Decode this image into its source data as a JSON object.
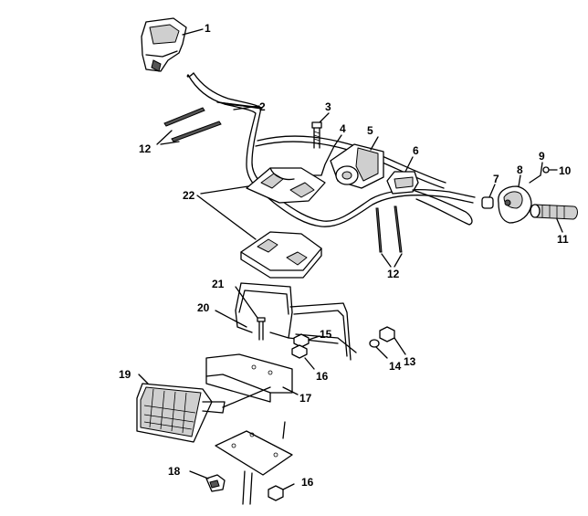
{
  "diagram": {
    "callouts": [
      {
        "id": "c1",
        "text": "1"
      },
      {
        "id": "c2",
        "text": "2"
      },
      {
        "id": "c3",
        "text": "3"
      },
      {
        "id": "c4",
        "text": "4"
      },
      {
        "id": "c5",
        "text": "5"
      },
      {
        "id": "c6",
        "text": "6"
      },
      {
        "id": "c7",
        "text": "7"
      },
      {
        "id": "c8",
        "text": "8"
      },
      {
        "id": "c9",
        "text": "9"
      },
      {
        "id": "c10",
        "text": "10"
      },
      {
        "id": "c11",
        "text": "11"
      },
      {
        "id": "c12a",
        "text": "12"
      },
      {
        "id": "c12b",
        "text": "12"
      },
      {
        "id": "c13",
        "text": "13"
      },
      {
        "id": "c14",
        "text": "14"
      },
      {
        "id": "c15",
        "text": "15"
      },
      {
        "id": "c16a",
        "text": "16"
      },
      {
        "id": "c16b",
        "text": "16"
      },
      {
        "id": "c17",
        "text": "17"
      },
      {
        "id": "c18",
        "text": "18"
      },
      {
        "id": "c19",
        "text": "19"
      },
      {
        "id": "c20",
        "text": "20"
      },
      {
        "id": "c21",
        "text": "21"
      },
      {
        "id": "c22",
        "text": "22"
      }
    ]
  }
}
